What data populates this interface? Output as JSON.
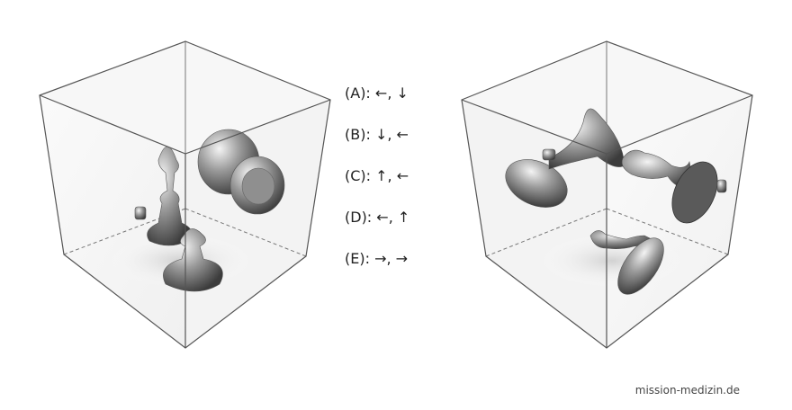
{
  "options": [
    {
      "text": "(A): ←, ↓"
    },
    {
      "text": "(B): ↓, ←"
    },
    {
      "text": "(C): ↑, ←"
    },
    {
      "text": "(D): ←, ↑"
    },
    {
      "text": "(E): →, →"
    }
  ],
  "credit": "mission-medizin.de",
  "colors": {
    "edge": "#555555",
    "face": "#ececec",
    "object": "#8a8a8a",
    "text": "#222222"
  }
}
